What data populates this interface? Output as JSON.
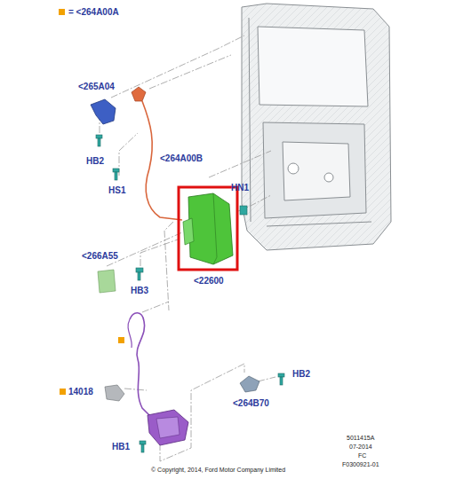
{
  "diagram": {
    "labels": [
      "<265A04",
      "HB2",
      "HS1",
      "<264A00B",
      "HN1",
      "<266A55",
      "HB3",
      "<22600",
      "14018",
      "HB2",
      "<264B70",
      "HB1",
      "5011415A",
      "07-2014",
      "FC",
      "F0300921-01",
      "© Copyright, 2014, Ford Motor Company Limited"
    ],
    "legend": [
      {
        "text": "= <264A00A",
        "color": "#f2a100"
      }
    ]
  }
}
